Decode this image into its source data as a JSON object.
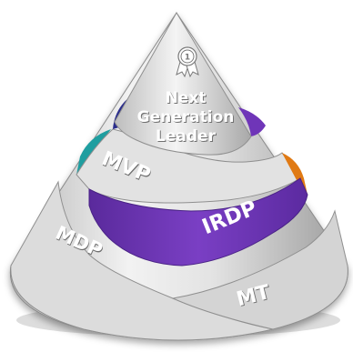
{
  "diagram": {
    "levels": [
      {
        "id": "ngl",
        "lines": [
          "Next",
          "Generation",
          "Leader"
        ]
      },
      {
        "id": "mvp",
        "label": "MVP"
      },
      {
        "id": "irdp",
        "label": "IRDP"
      },
      {
        "id": "mdp",
        "label": "MDP"
      },
      {
        "id": "mt",
        "label": "MT"
      }
    ],
    "badge_number": "1",
    "colors": {
      "cone_light": "#e9e9e9",
      "cone_dark": "#a9a9a9",
      "mvp_band": "#1f9ea0",
      "ngl_band": "#2b2e8c",
      "irdp_band": "#6f35b8",
      "orange_band": "#e07a14",
      "label": "#ffffff"
    },
    "badge_icon": "award-ribbon-icon"
  }
}
